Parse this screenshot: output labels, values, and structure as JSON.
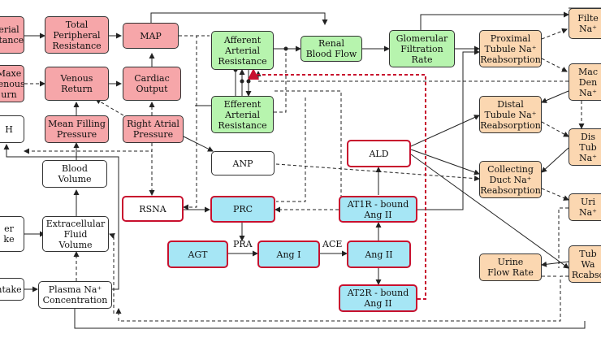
{
  "nodes": {
    "arterial_resistance": "erial\nstance",
    "tpr": "Total\nPeripheral\nResistance",
    "map": "MAP",
    "venous_return_left": "Maxe\nvenous\nurn",
    "venous_return": "Venous\nReturn",
    "cardiac_output": "Cardiac\nOutput",
    "h": "H",
    "mean_filling_pressure": "Mean Filling\nPressure",
    "right_atrial_pressure": "Right Atrial\nPressure",
    "afferent": "Afferent\nArterial\nResistance",
    "efferent": "Efferent\nArterial\nResistance",
    "renal_blood_flow": "Renal\nBlood Flow",
    "gfr": "Glomerular\nFiltration\nRate",
    "proximal": "Proximal\nTubule Na⁺\nReabsorption",
    "filtered_na": "Filte\nNa⁺",
    "macula_densa": "Mac\nDen\nNa⁺",
    "distal": "Distal\nTubule Na⁺\nReabsorption",
    "dist_right": "Dis\nTub\nNa⁺",
    "collecting": "Collecting\nDuct Na⁺\nReabsorption",
    "urine_na_right": "Uri\nNa⁺",
    "urine_flow": "Urine\nFlow Rate",
    "tubule_water": "Tub\nWa\nRcabso",
    "blood_volume": "Blood\nVolume",
    "ecf_volume": "Extracellular\nFluid\nVolume",
    "water_intake": "er\nke",
    "na_intake": "ntake",
    "plasma_na": "Plasma Na⁺\nConcentration",
    "anp": "ANP",
    "rsna": "RSNA",
    "prc": "PRC",
    "ald": "ALD",
    "at1r": "AT1R - bound\nAng II",
    "agt": "AGT",
    "ang1": "Ang I",
    "ang2": "Ang II",
    "at2r": "AT2R - bound\nAng II"
  },
  "edge_labels": {
    "pra": "PRA",
    "ace": "ACE"
  },
  "colors": {
    "hemodynamic": "#f6a6a9",
    "renal_vascular": "#b7f4ae",
    "tubular": "#fbd7b1",
    "raas": "#a6e6f5",
    "highlight_border": "#c8102e"
  }
}
